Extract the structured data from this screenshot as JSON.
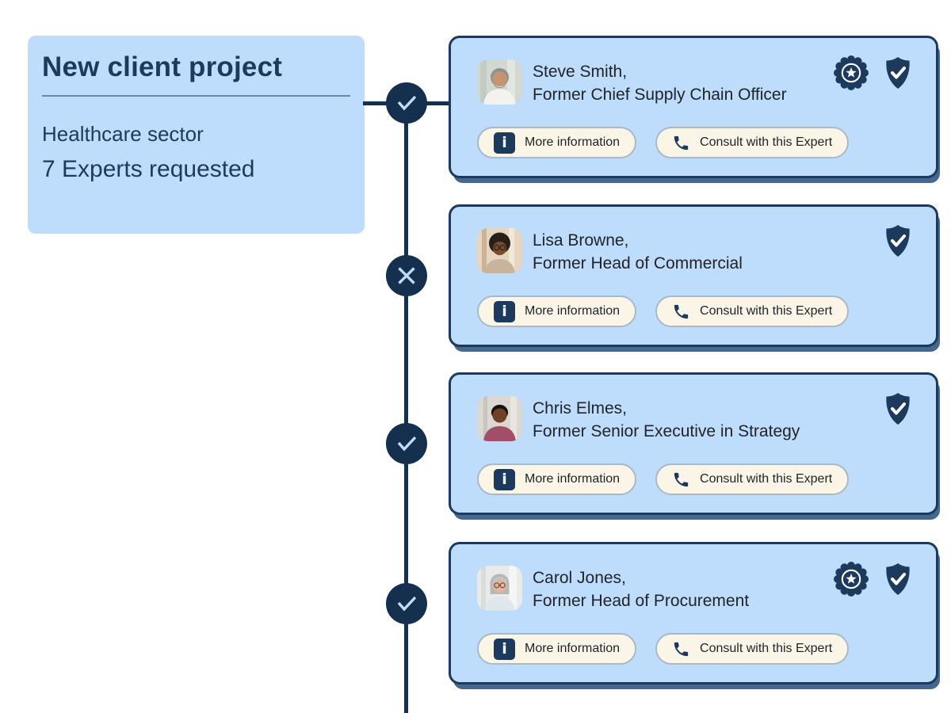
{
  "project_panel": {
    "title": "New client project",
    "sector": "Healthcare sector",
    "experts_requested": "7 Experts requested"
  },
  "actions": {
    "more_information": "More information",
    "consult": "Consult with this Expert"
  },
  "timeline": {
    "nodes": [
      {
        "status": "approved",
        "icon": "check-icon"
      },
      {
        "status": "rejected",
        "icon": "cross-icon"
      },
      {
        "status": "approved",
        "icon": "check-icon"
      },
      {
        "status": "approved",
        "icon": "check-icon"
      }
    ]
  },
  "experts": [
    {
      "name": "Steve Smith,",
      "title": "Former Chief Supply Chain Officer",
      "badges": [
        "award-badge-icon",
        "verified-shield-icon"
      ]
    },
    {
      "name": "Lisa Browne,",
      "title": "Former Head of Commercial",
      "badges": [
        "verified-shield-icon"
      ]
    },
    {
      "name": "Chris Elmes,",
      "title": "Former Senior Executive in Strategy",
      "badges": [
        "verified-shield-icon"
      ]
    },
    {
      "name": "Carol Jones,",
      "title": "Former Head of Procurement",
      "badges": [
        "award-badge-icon",
        "verified-shield-icon"
      ]
    }
  ],
  "icons": {
    "info": "info-icon",
    "phone": "phone-icon",
    "award": "award-badge-icon",
    "verified": "verified-shield-icon",
    "check": "check-icon",
    "cross": "cross-icon"
  },
  "colors": {
    "navy": "#152F4E",
    "card_border": "#1C3A5E",
    "light_blue": "#BEDCFB",
    "card_shadow": "#44688F",
    "button_cream": "#FBF5E8",
    "text_dark": "#212428"
  }
}
